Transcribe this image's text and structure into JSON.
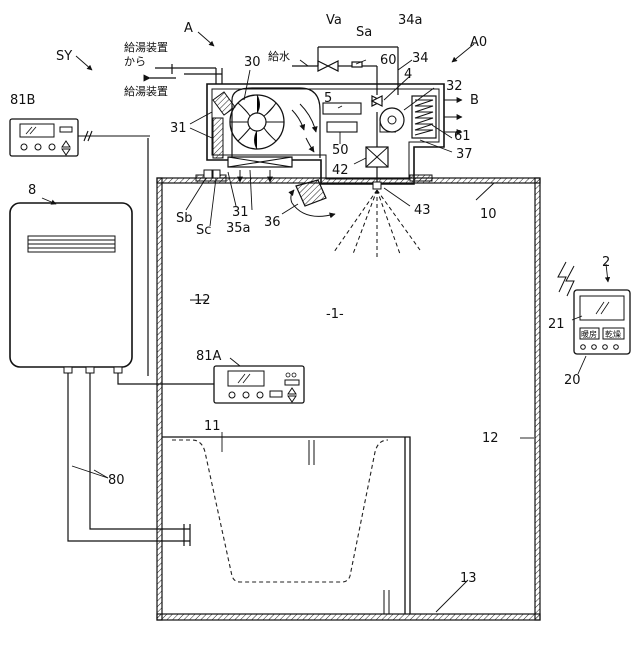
{
  "labels": {
    "sy": "SY",
    "a": "A",
    "va": "Va",
    "sa": "Sa",
    "l34a": "34a",
    "a0": "A0",
    "l81b": "81B",
    "l30": "30",
    "l60": "60",
    "l34": "34",
    "l4": "4",
    "l32": "32",
    "b": "B",
    "l5": "5",
    "l31a": "31",
    "l61": "61",
    "l50": "50",
    "l37": "37",
    "l42": "42",
    "l8": "8",
    "sb": "Sb",
    "sc": "Sc",
    "l31b": "31",
    "l35a": "35a",
    "l36": "36",
    "l43": "43",
    "l10": "10",
    "l12a": "12",
    "l1": "-1-",
    "l2": "2",
    "l21": "21",
    "l81a": "81A",
    "l20": "20",
    "l11": "11",
    "l12b": "12",
    "l80": "80",
    "l13": "13"
  },
  "japanese": {
    "from_heater": "給湯装置",
    "from_suffix": "から",
    "to_heater": "給湯装置",
    "water_supply": "給水"
  },
  "remote_buttons": {
    "left": "暖房",
    "right": "乾燥"
  }
}
